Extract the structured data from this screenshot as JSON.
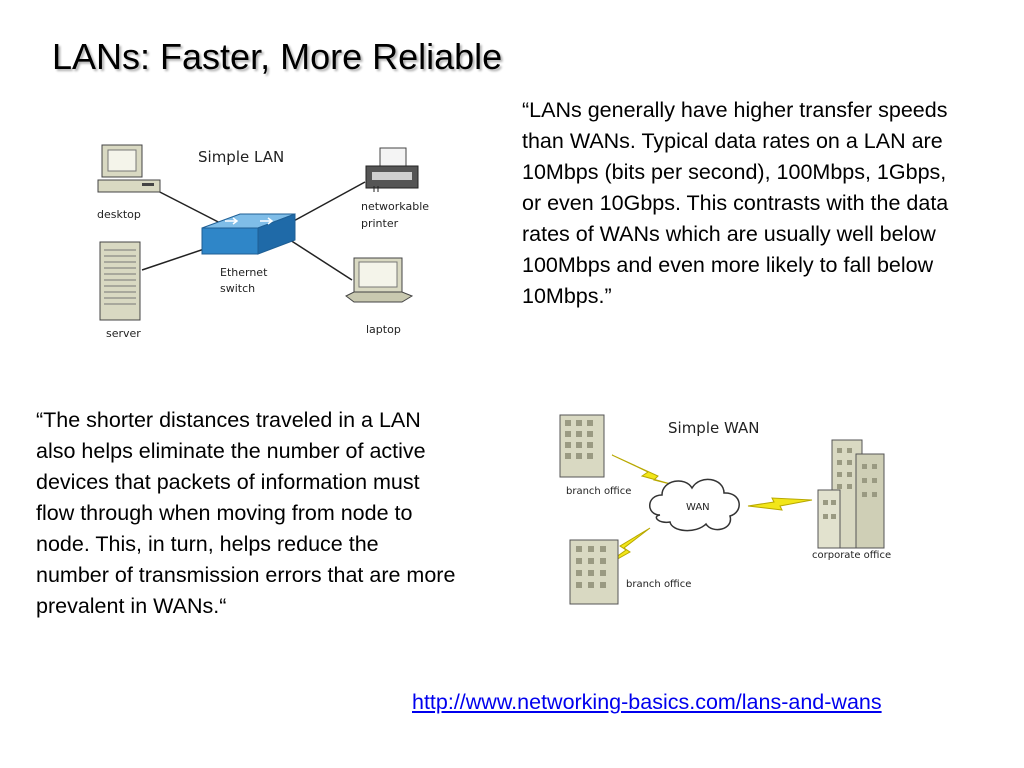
{
  "slide": {
    "title": "LANs: Faster, More Reliable",
    "quote1": "“LANs generally have higher transfer speeds than WANs. Typical data rates on a LAN are 10Mbps (bits per second), 100Mbps, 1Gbps, or even 10Gbps. This contrasts with the data rates of WANs which are usually well below 100Mbps and even more likely to fall below 10Mbps.”",
    "quote2": "“The shorter distances traveled in a LAN also helps eliminate the number of active devices that packets of information must flow through when moving from node to node. This, in turn, helps reduce the number of transmission errors that are more prevalent in WANs.“",
    "link": "http://www.networking-basics.com/lans-and-wans"
  },
  "lan_diagram": {
    "title": "Simple LAN",
    "labels": {
      "desktop": "desktop",
      "server": "server",
      "switch_line1": "Ethernet",
      "switch_line2": "switch",
      "printer_line1": "networkable",
      "printer_line2": "printer",
      "laptop": "laptop"
    }
  },
  "wan_diagram": {
    "title": "Simple WAN",
    "labels": {
      "cloud": "WAN",
      "branch_top": "branch office",
      "branch_bottom": "branch office",
      "corporate": "corporate office"
    }
  },
  "colors": {
    "switch": "#2f86c8",
    "lightning": "#f2e619",
    "building": "#d9d9c2",
    "link": "#0000ee"
  }
}
